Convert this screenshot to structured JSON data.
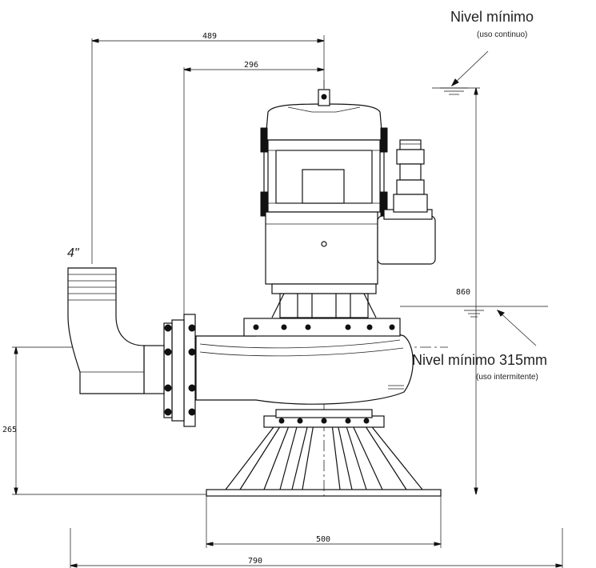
{
  "labels": {
    "min_level_continuous": "Nivel mínimo",
    "min_level_continuous_note": "(uso continuo)",
    "min_level_intermittent": "Nivel mínimo 315mm",
    "min_level_intermittent_note": "(uso intermitente)",
    "outlet_size": "4\""
  },
  "dimensions": {
    "d489": "489",
    "d296": "296",
    "d860": "860",
    "d265": "265",
    "d500": "500",
    "d790": "790"
  },
  "colors": {
    "line": "#111111",
    "background": "#ffffff"
  }
}
